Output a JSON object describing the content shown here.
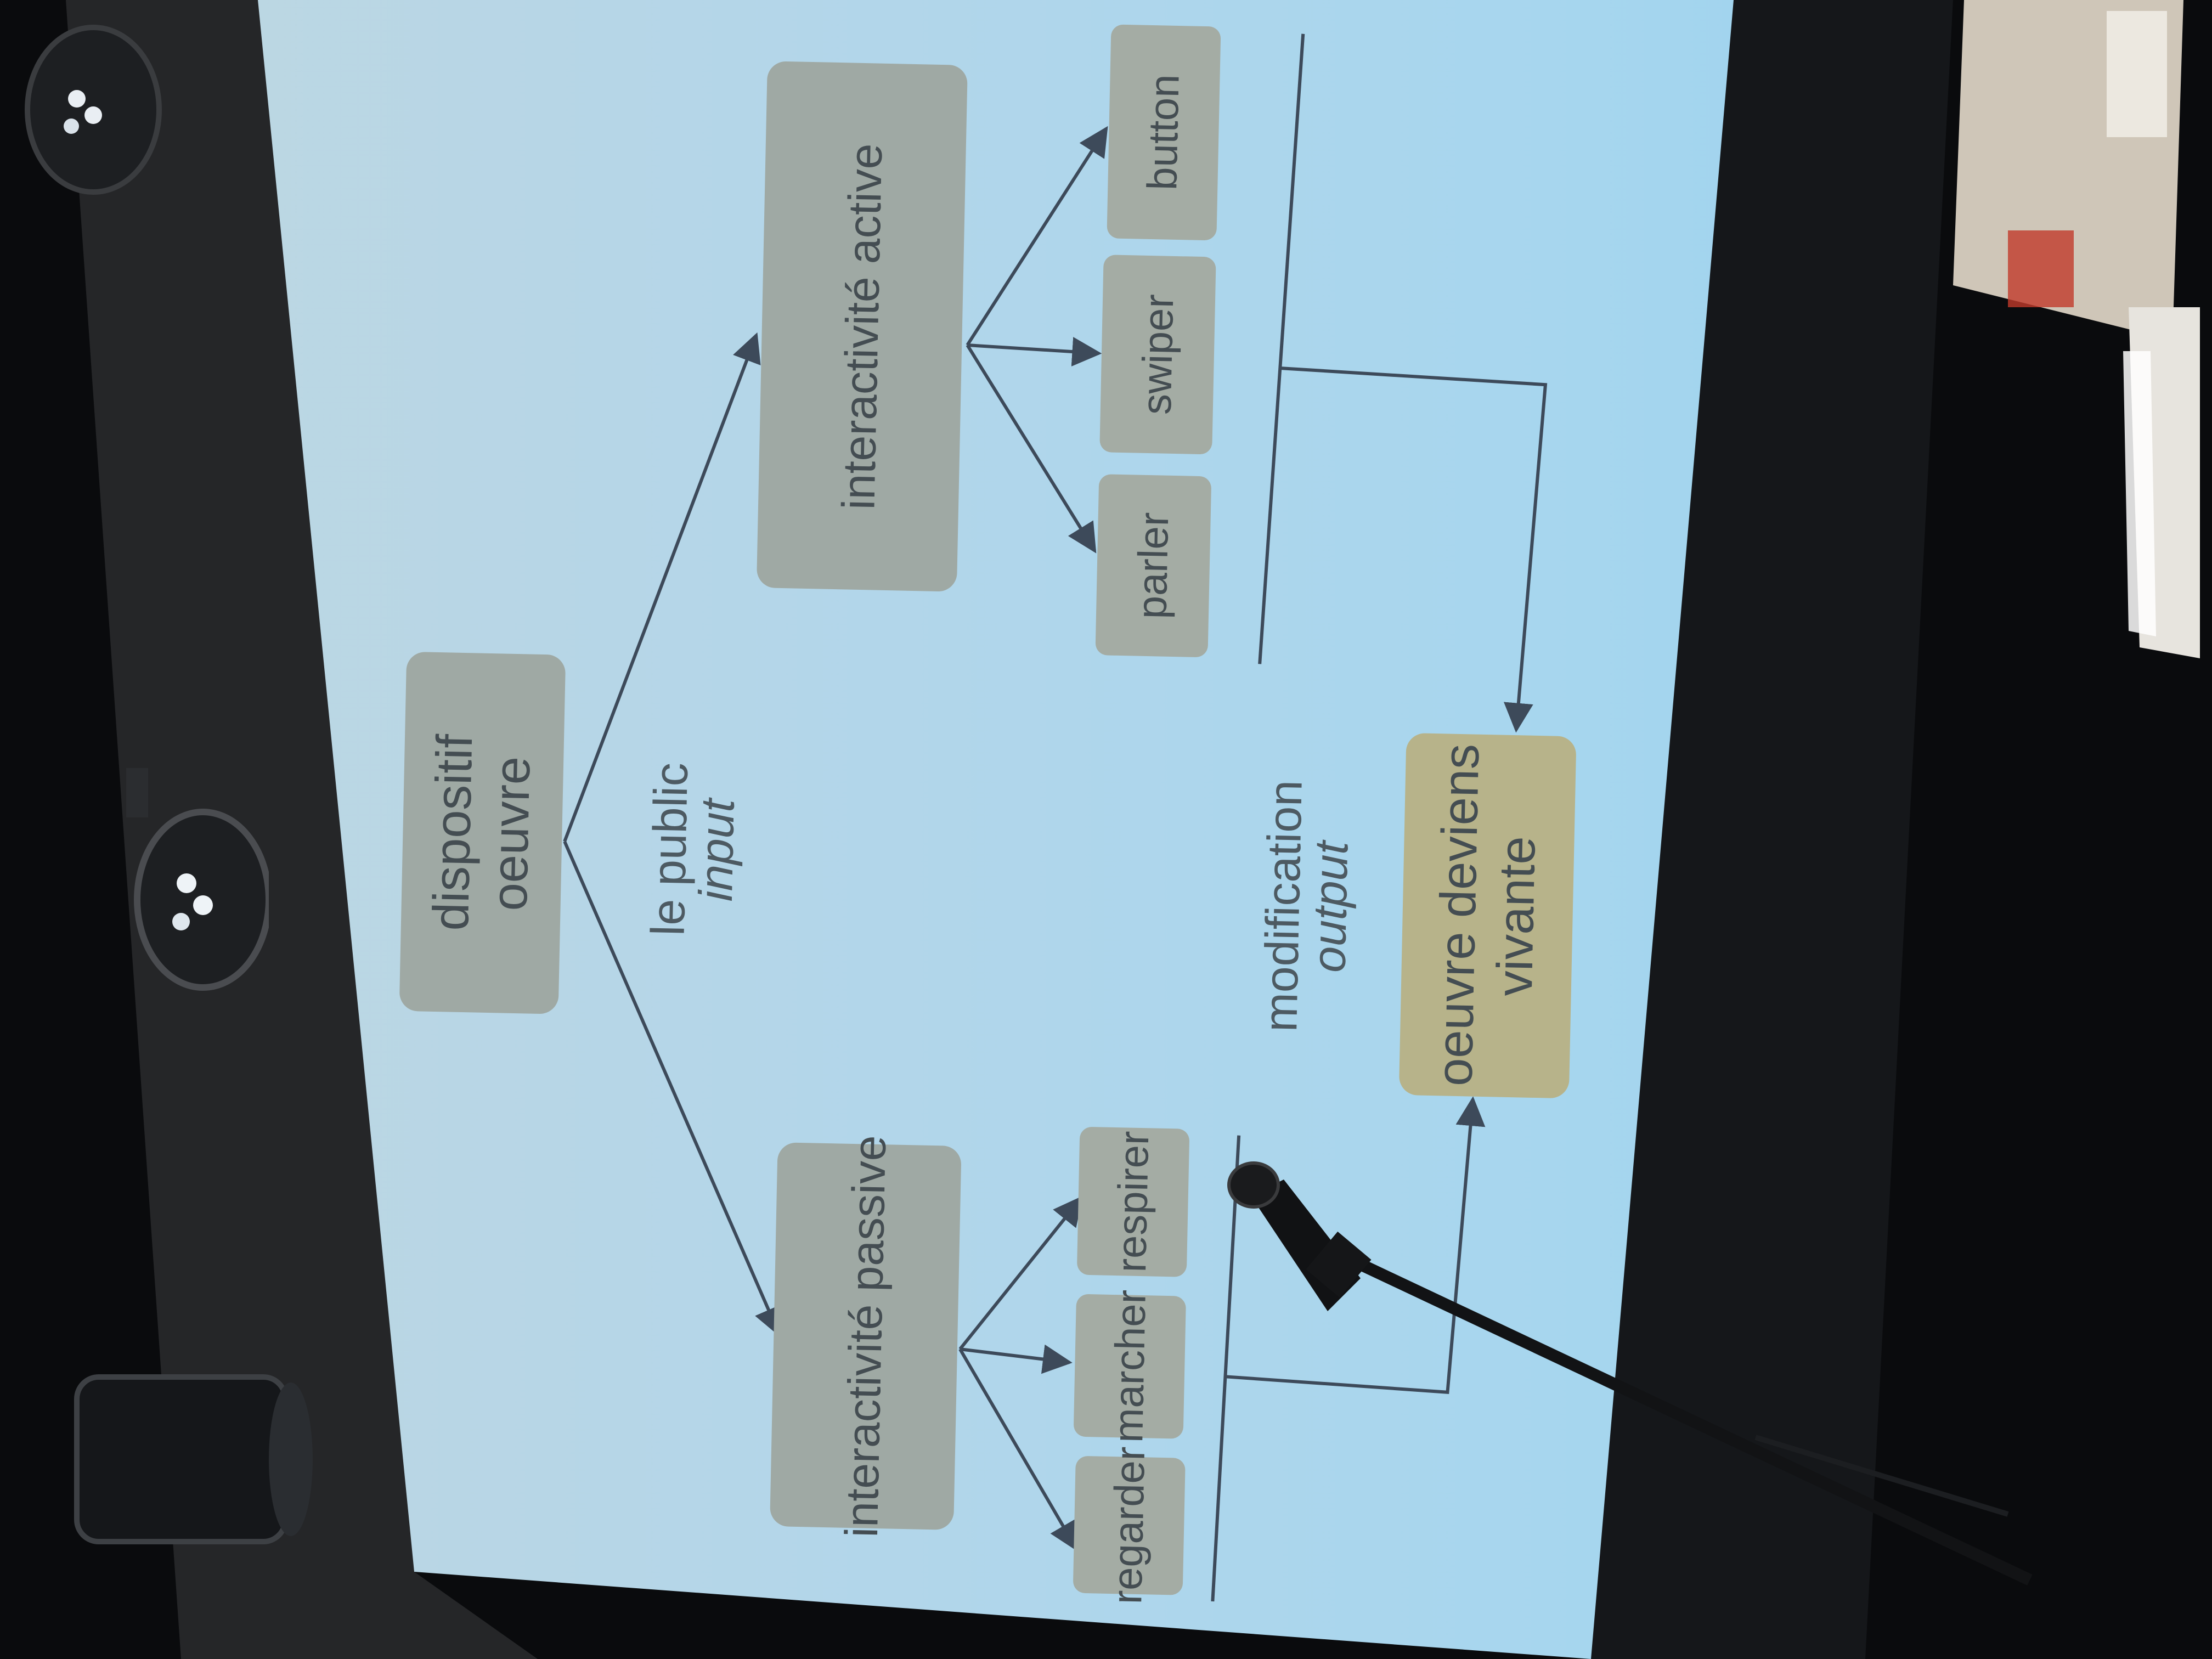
{
  "diagram": {
    "root": {
      "line1": "dispositif",
      "line2": "oeuvre"
    },
    "input_label": {
      "line1": "le public",
      "line2": "input"
    },
    "passive": {
      "label": "interactivité passive",
      "leaves": [
        "regarder",
        "marcher",
        "respirer"
      ]
    },
    "active": {
      "label": "interactivité active",
      "leaves": [
        "parler",
        "swiper",
        "button"
      ]
    },
    "output_label": {
      "line1": "modification",
      "line2": "output"
    },
    "result": {
      "line1": "oeuvre deviens",
      "line2": "vivante"
    }
  },
  "colors": {
    "screen": "#a7d6ee",
    "node": "#9fa9a4",
    "result_node": "#b7b38a",
    "text": "#444d52",
    "edge": "#3d4a5a"
  }
}
